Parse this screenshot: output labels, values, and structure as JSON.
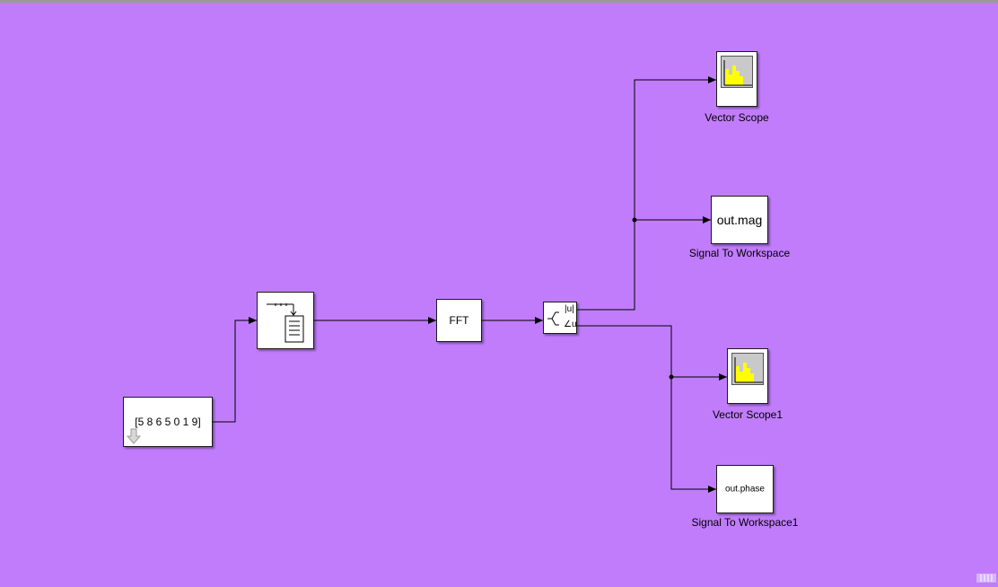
{
  "canvas": {
    "background": "#c17cfc",
    "wire_color": "#000000"
  },
  "blocks": {
    "constant": {
      "value": "[5 8 6 5 0 1 9]",
      "icon": "down-arrow-icon"
    },
    "buffer": {
      "icon": "buffer-icon"
    },
    "fft": {
      "text": "FFT"
    },
    "complex_to_mag_angle": {
      "port_mag": "|u|",
      "port_angle": "∠u",
      "icon": "complex-to-magnitude-angle-icon"
    },
    "vector_scope": {
      "label": "Vector Scope",
      "icon": "vector-scope-icon"
    },
    "vector_scope1": {
      "label": "Vector Scope1",
      "icon": "vector-scope-icon"
    },
    "to_workspace_mag": {
      "text": "out.mag",
      "label": "Signal To Workspace"
    },
    "to_workspace_phase": {
      "text": "out.phase",
      "label": "Signal To Workspace1"
    }
  },
  "colors": {
    "scope_bar": "#ffff00",
    "scope_screen": "#c9c9c9",
    "block_fill": "#ffffff"
  }
}
